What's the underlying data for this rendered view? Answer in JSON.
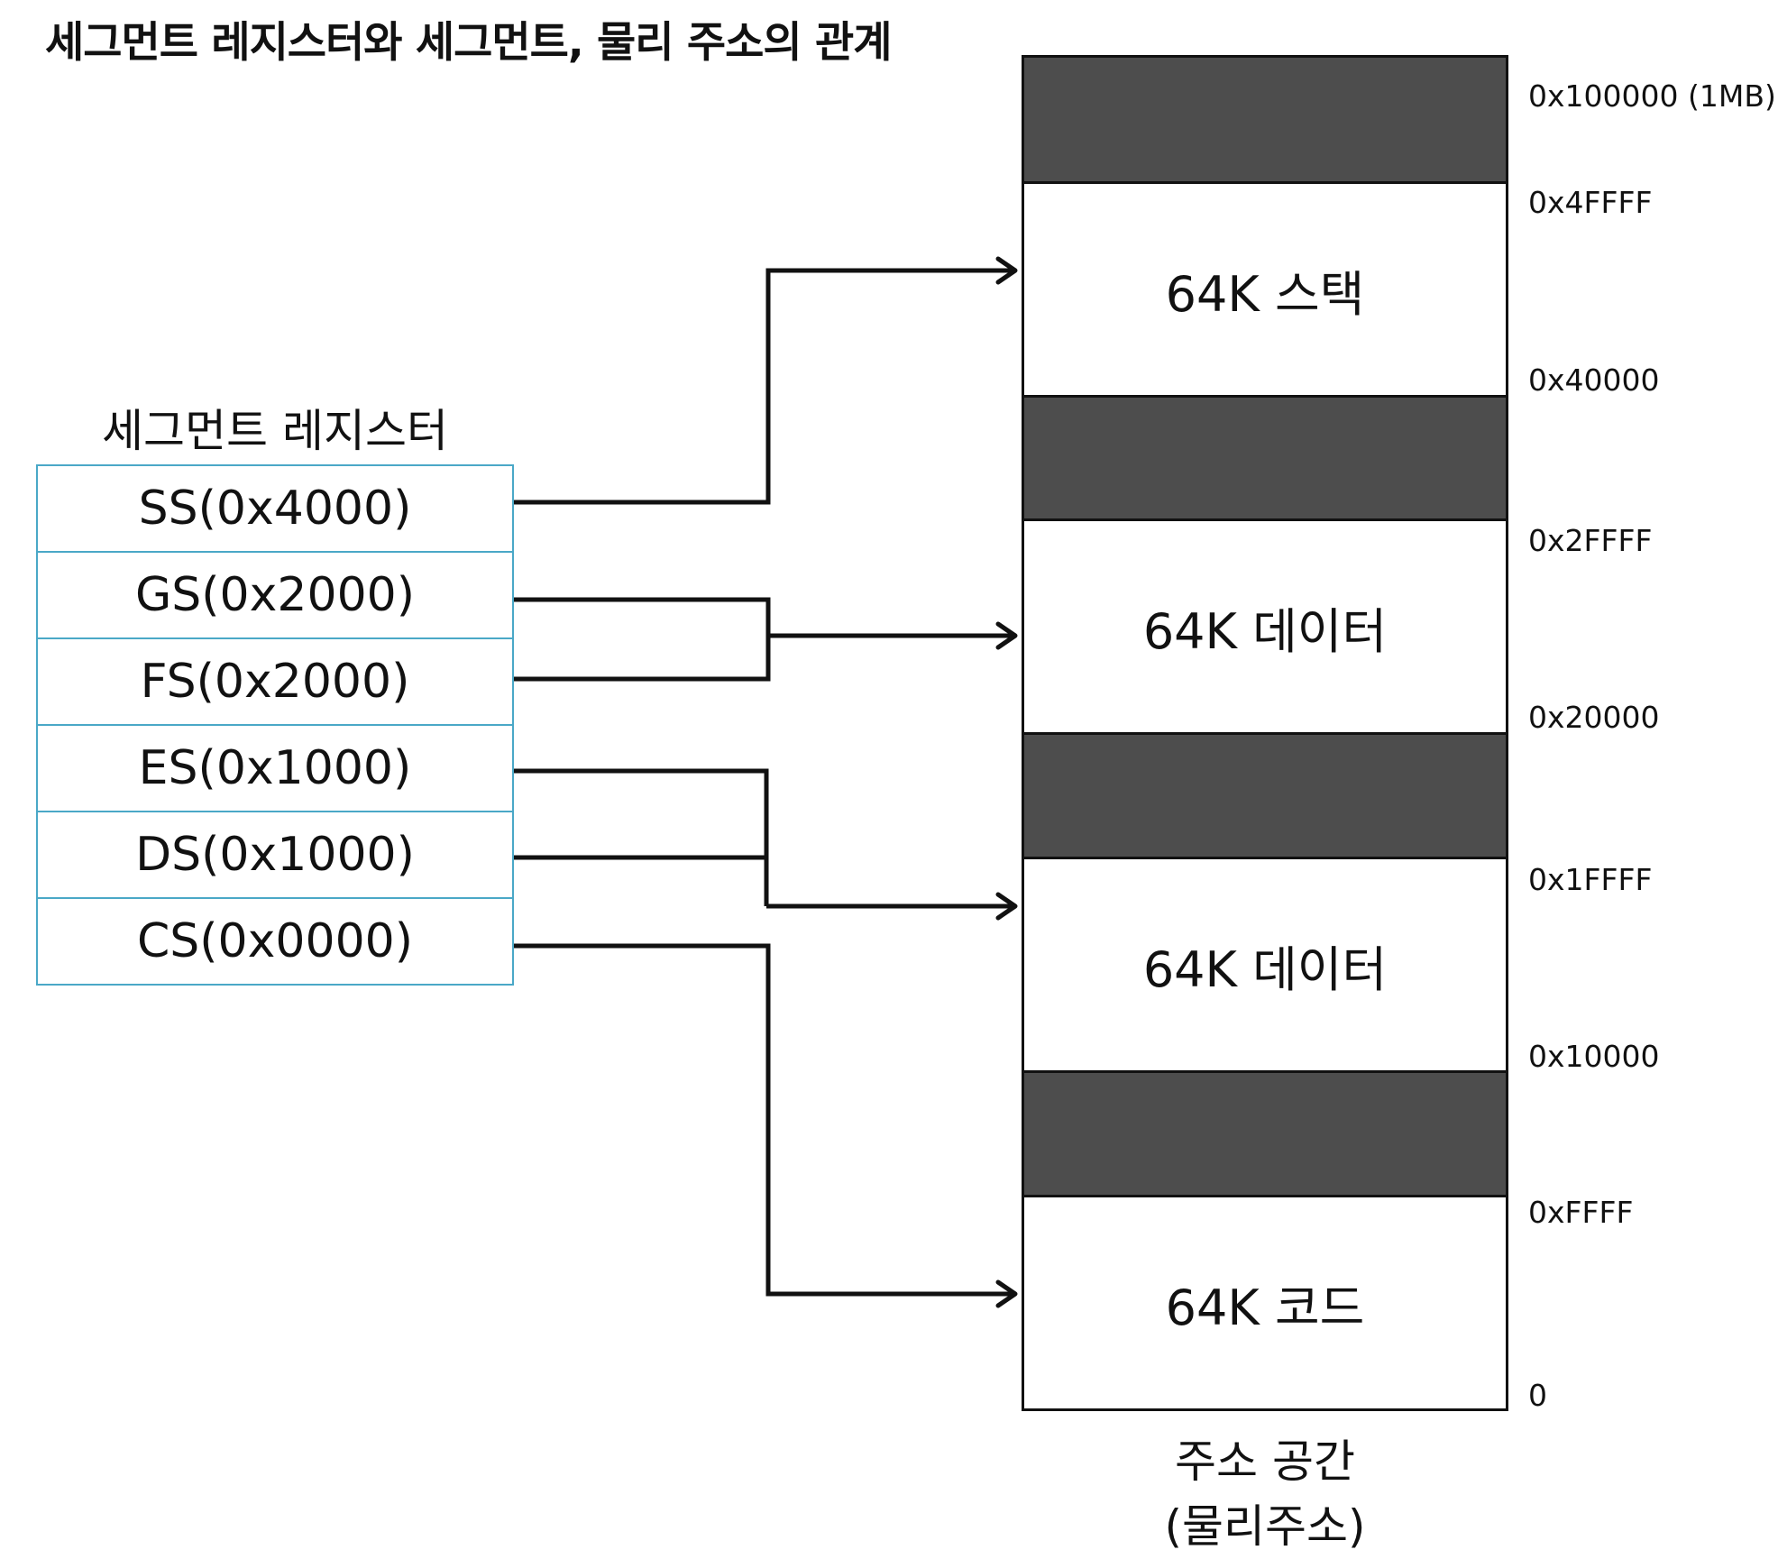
{
  "title": "세그먼트 레지스터와 세그먼트, 물리 주소의 관계",
  "register_panel": {
    "label": "세그먼트 레지스터",
    "registers": [
      {
        "name": "SS(0x4000)"
      },
      {
        "name": "GS(0x2000)"
      },
      {
        "name": "FS(0x2000)"
      },
      {
        "name": "ES(0x1000)"
      },
      {
        "name": "DS(0x1000)"
      },
      {
        "name": "CS(0x0000)"
      }
    ]
  },
  "address_space": {
    "segments": [
      {
        "kind": "unused"
      },
      {
        "kind": "segment",
        "label": "64K 스택"
      },
      {
        "kind": "unused"
      },
      {
        "kind": "segment",
        "label": "64K 데이터"
      },
      {
        "kind": "unused"
      },
      {
        "kind": "segment",
        "label": "64K 데이터"
      },
      {
        "kind": "unused"
      },
      {
        "kind": "segment",
        "label": "64K 코드"
      }
    ],
    "addresses": [
      "0x100000 (1MB)",
      "0x4FFFF",
      "0x40000",
      "0x2FFFF",
      "0x20000",
      "0x1FFFF",
      "0x10000",
      "0xFFFF",
      "0"
    ],
    "caption_line1": "주소 공간",
    "caption_line2": "(물리주소)"
  },
  "colors": {
    "register_border": "#4aa8c7",
    "unused_fill": "#4d4d4d",
    "arrow": "#111111"
  }
}
